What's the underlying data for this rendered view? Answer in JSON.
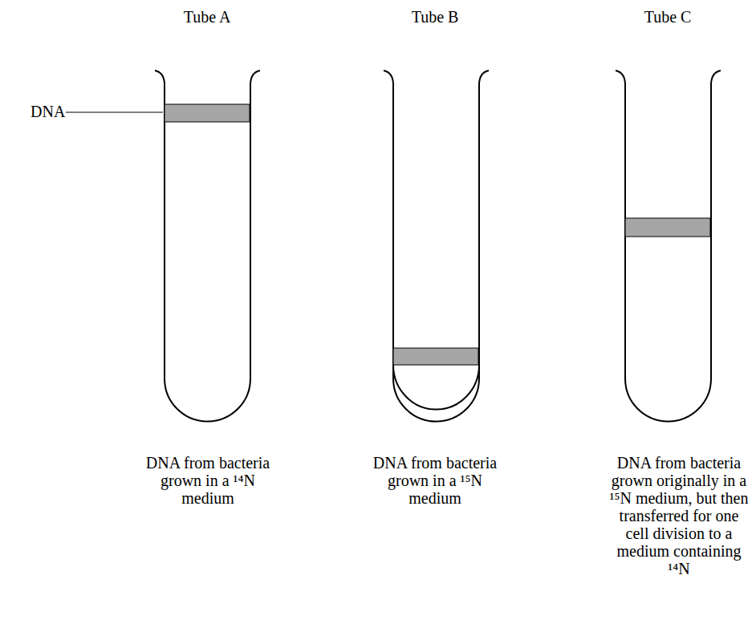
{
  "diagram": {
    "labels": [
      "Tube A",
      "Tube B",
      "Tube C",
      "DNA",
      "DNA from bacteria grown in a ¹⁴N medium",
      "DNA from bacteria grown in a ¹⁵N medium",
      "DNA from bacteria grown originally in a ¹⁵N medium, but then transferred for one cell division to a medium containing ¹⁴N"
    ]
  }
}
